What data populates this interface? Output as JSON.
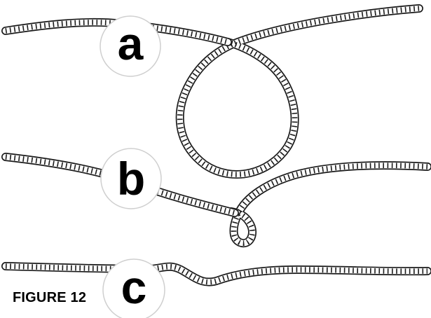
{
  "figure": {
    "caption": "FIGURE 12",
    "labels": {
      "a": "a",
      "b": "b",
      "c": "c"
    }
  },
  "colors": {
    "rope": "#1a1a1a",
    "background": "#ffffff",
    "label_circle_border": "#cfcfcf"
  }
}
